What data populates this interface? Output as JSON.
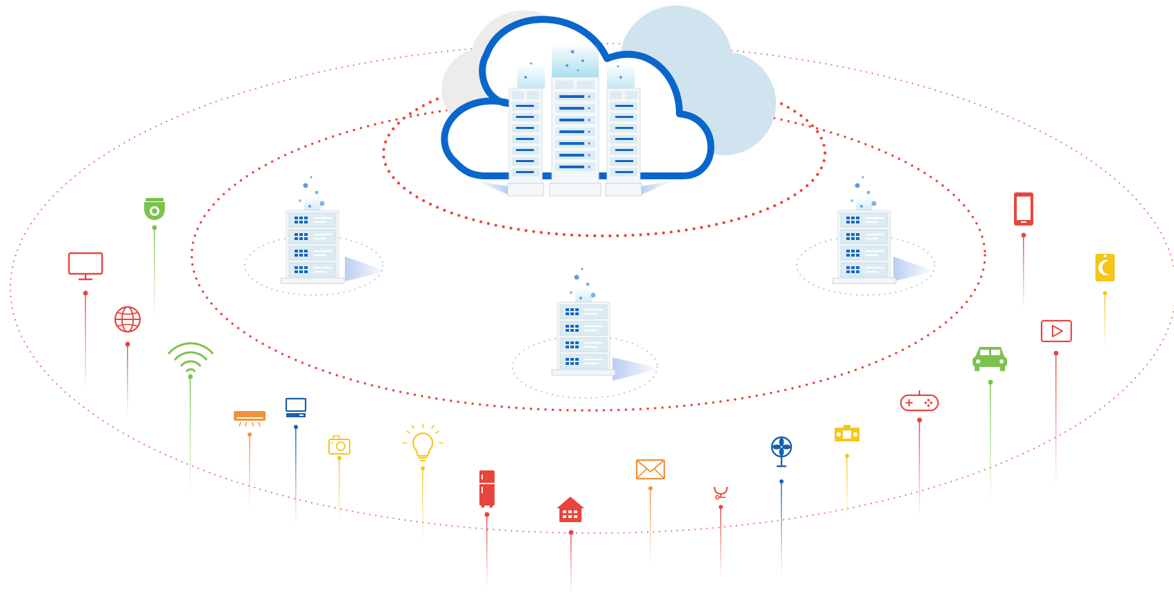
{
  "colors": {
    "background": "#ffffff",
    "cloud_outline": "#0a66cc",
    "cloud_back_blue": "#cfe4ee",
    "cloud_back_grey": "#eeeeee",
    "server_face": "#dcecf2",
    "server_frame": "#f4f7f9",
    "server_accent": "#1565c0",
    "server_glow": "#8fd3ea",
    "ring_inner": "#e8453c",
    "ring_outer": "#e8453c",
    "red": "#e8453c",
    "green": "#7cc24e",
    "orange": "#f0913a",
    "blue": "#1560b0",
    "yellow": "#f5c518"
  },
  "cloud": {
    "icon": "cloud-data-center-icon"
  },
  "edge_servers": [
    {
      "id": "left",
      "icon": "edge-server-icon"
    },
    {
      "id": "center",
      "icon": "edge-server-icon"
    },
    {
      "id": "right",
      "icon": "edge-server-icon"
    }
  ],
  "devices": [
    {
      "id": "monitor",
      "icon": "monitor-icon",
      "color": "#e8453c"
    },
    {
      "id": "camera-dome",
      "icon": "security-camera-icon",
      "color": "#7cc24e"
    },
    {
      "id": "globe",
      "icon": "globe-icon",
      "color": "#e8453c"
    },
    {
      "id": "wifi",
      "icon": "wifi-icon",
      "color": "#7cc24e"
    },
    {
      "id": "air-conditioner",
      "icon": "air-conditioner-icon",
      "color": "#f0913a"
    },
    {
      "id": "computer",
      "icon": "computer-icon",
      "color": "#1560b0"
    },
    {
      "id": "photo-camera",
      "icon": "camera-icon",
      "color": "#f5c518"
    },
    {
      "id": "light-bulb",
      "icon": "light-bulb-icon",
      "color": "#f5c518"
    },
    {
      "id": "fridge",
      "icon": "fridge-icon",
      "color": "#e8453c"
    },
    {
      "id": "house",
      "icon": "house-icon",
      "color": "#e8453c"
    },
    {
      "id": "mail",
      "icon": "mail-icon",
      "color": "#f0913a"
    },
    {
      "id": "stethoscope",
      "icon": "stethoscope-icon",
      "color": "#e8453c"
    },
    {
      "id": "fan",
      "icon": "fan-icon",
      "color": "#1560b0"
    },
    {
      "id": "stereo",
      "icon": "stereo-icon",
      "color": "#f5c518"
    },
    {
      "id": "gamepad",
      "icon": "gamepad-icon",
      "color": "#e8453c"
    },
    {
      "id": "car",
      "icon": "car-icon",
      "color": "#7cc24e"
    },
    {
      "id": "smartphone",
      "icon": "smartphone-icon",
      "color": "#e8453c"
    },
    {
      "id": "video-player",
      "icon": "video-play-icon",
      "color": "#e8453c"
    },
    {
      "id": "sleep-app",
      "icon": "sleep-moon-icon",
      "color": "#f5c518"
    }
  ]
}
